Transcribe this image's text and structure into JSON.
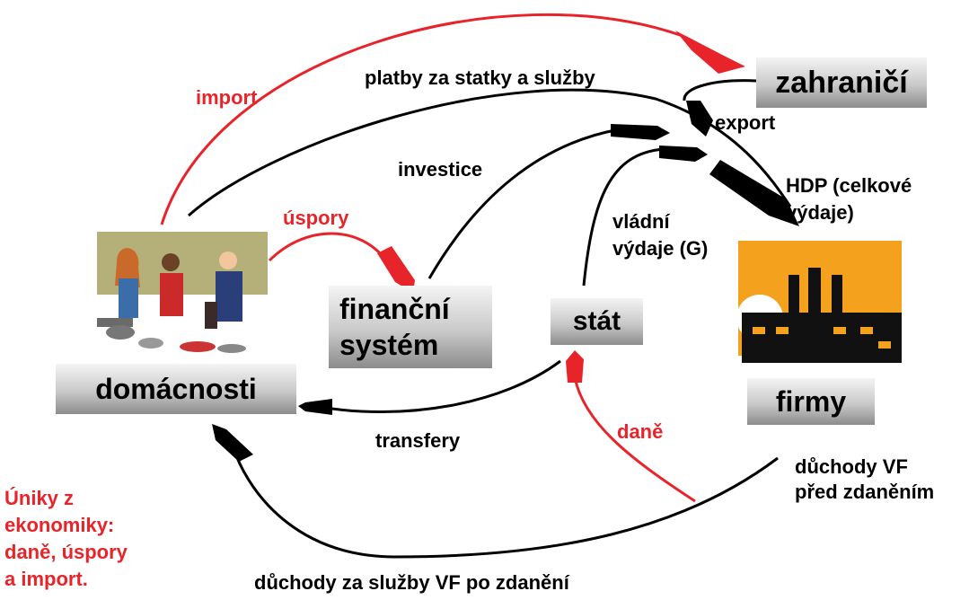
{
  "boxes": {
    "zahranici": "zahraničí",
    "financni": [
      "finanční",
      "systém"
    ],
    "stat": "stát",
    "domacnosti": "domácnosti",
    "firmy": "firmy"
  },
  "labels": {
    "import": "import",
    "platby": "platby za statky a služby",
    "export": "export",
    "investice": "investice",
    "hdp": [
      "HDP (celkové",
      "výdaje)"
    ],
    "uspory": "úspory",
    "vladni": [
      "vládní",
      "výdaje (G)"
    ],
    "transfery": "transfery",
    "dane": "daně",
    "duchody_pred": [
      "důchody VF",
      "před zdaněním"
    ],
    "duchody_po": "důchody za služby VF po zdanění"
  },
  "legend": {
    "uniky": [
      "Úniky z",
      "ekonomiky:",
      "daně, úspory",
      "a import."
    ]
  },
  "colors": {
    "leak": "#e8242b",
    "flow": "#000000",
    "box_top": "#f4f4f4",
    "box_bottom": "#8c8c8c",
    "factory_bg": "#f4a11e"
  },
  "icons": {
    "households": "households-dinner-clipart",
    "factory": "factory-clipart"
  }
}
